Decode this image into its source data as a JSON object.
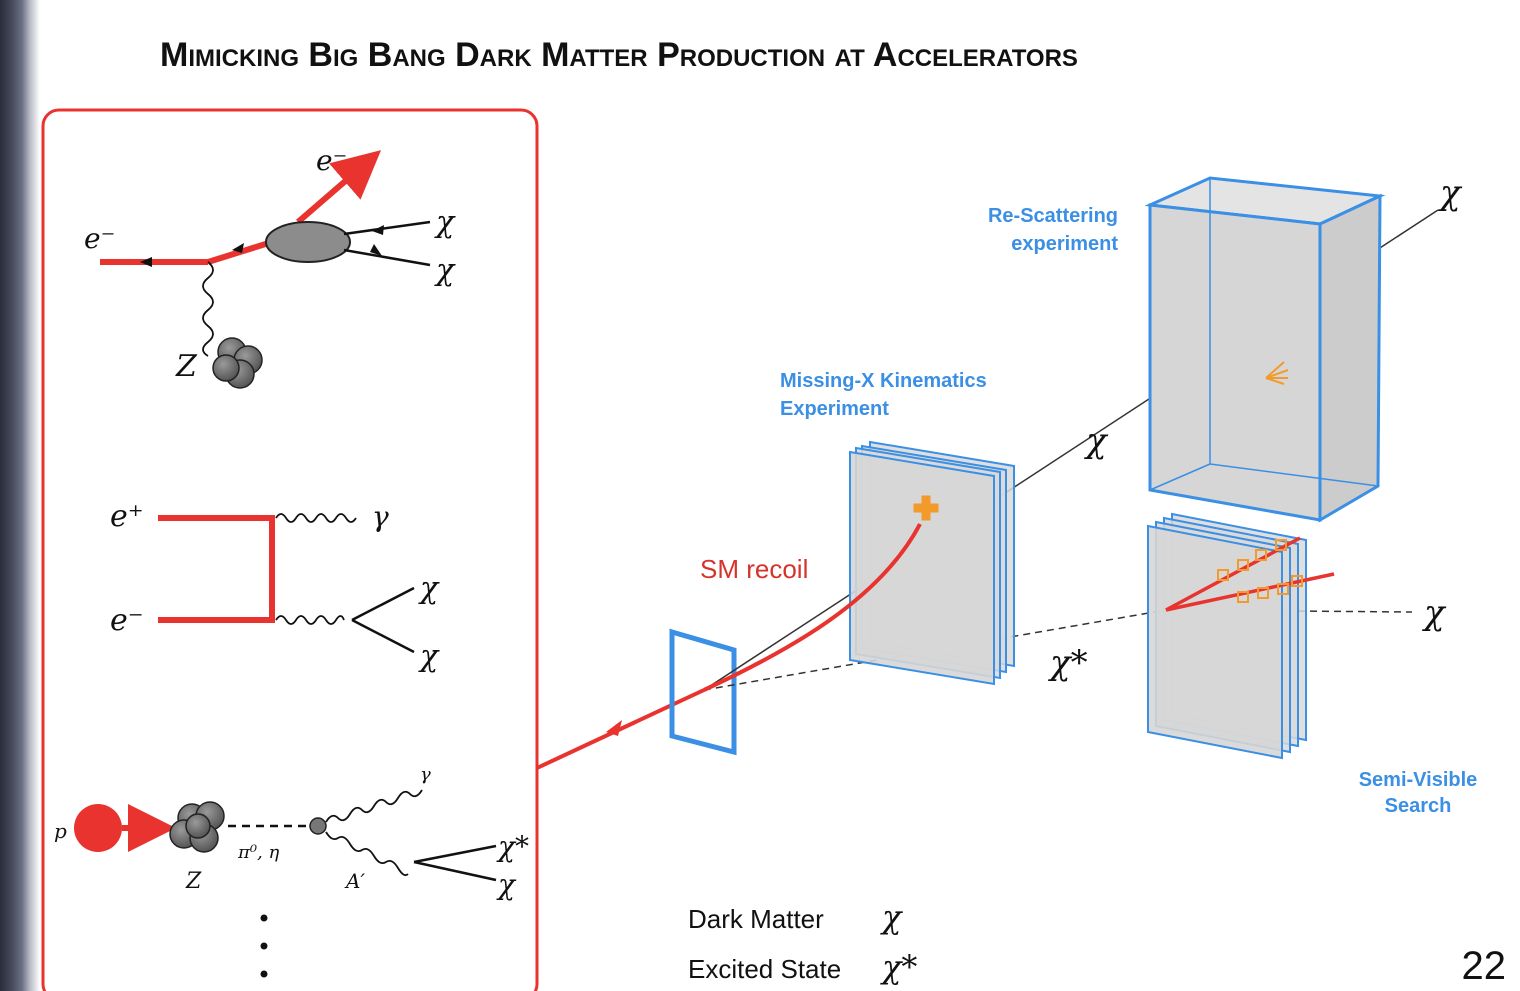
{
  "slide": {
    "title": "Mimicking Big Bang Dark Matter Production at Accelerators",
    "page_number": "22"
  },
  "feynman_diagrams": {
    "diagram1": {
      "incoming": "e⁻",
      "outgoing_electron": "e⁻",
      "dark_matter_1": "χ",
      "dark_matter_2": "χ",
      "nucleus": "Z"
    },
    "diagram2": {
      "positron": "e⁺",
      "electron": "e⁻",
      "photon": "γ",
      "dark_matter_1": "χ",
      "dark_matter_2": "χ"
    },
    "diagram3": {
      "proton": "p",
      "nucleus": "Z",
      "meson": "π⁰, η",
      "mediator": "A′",
      "photon": "γ",
      "excited_state": "χ*",
      "dark_matter": "χ"
    },
    "ellipsis": "⋮"
  },
  "experiments": {
    "rescattering": {
      "line1": "Re-Scattering",
      "line2": "experiment"
    },
    "missing_x": {
      "line1": "Missing-X Kinematics",
      "line2": "Experiment"
    },
    "semi_visible": {
      "line1": "Semi-Visible",
      "line2": "Search"
    },
    "sm_recoil": "SM recoil",
    "chi_top": "χ",
    "chi_mid": "χ",
    "chi_right": "χ",
    "chi_star": "χ*"
  },
  "legend": {
    "dark_matter_label": "Dark Matter",
    "dark_matter_symbol": "χ",
    "excited_label": "Excited State",
    "excited_symbol": "χ*"
  },
  "colors": {
    "accent_red": "#e8332e",
    "detector_blue": "#3b8fe4",
    "label_blue": "#3b8fe4",
    "track_orange": "#f39a2c"
  }
}
